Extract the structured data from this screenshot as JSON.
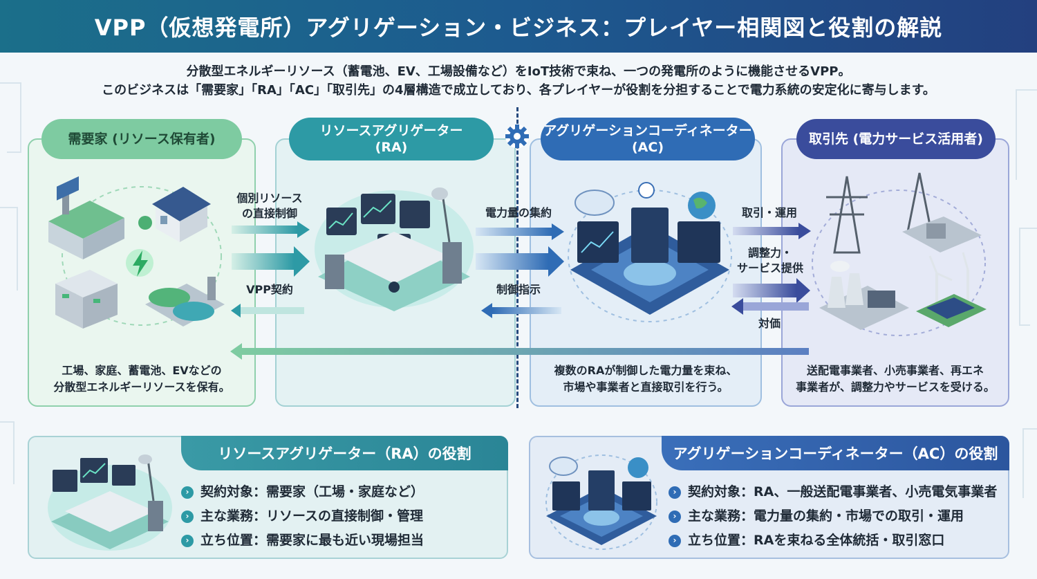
{
  "header": {
    "title": "VPP（仮想発電所）アグリゲーション・ビジネス：プレイヤー相関図と役割の解説"
  },
  "intro": {
    "line1": "分散型エネルギーリソース（蓄電池、EV、工場設備など）をIoT技術で束ね、一つの発電所のように機能させるVPP。",
    "line2": "このビジネスは「需要家」「RA」「AC」「取引先」の4層構造で成立しており、各プレイヤーが役割を分担することで電力系統の安定化に寄与します。"
  },
  "columns": {
    "consumer": {
      "title": "需要家 (リソース保有者)",
      "caption_line1": "工場、家庭、蓄電池、EVなどの",
      "caption_line2": "分散型エネルギーリソースを保有。"
    },
    "ra": {
      "title_line1": "リソースアグリゲーター",
      "title_line2": "(RA)"
    },
    "ac": {
      "title_line1": "アグリゲーションコーディネーター",
      "title_line2": "(AC)",
      "caption_line1": "複数のRAが制御した電力量を束ね、",
      "caption_line2": "市場や事業者と直接取引を行う。"
    },
    "partner": {
      "title": "取引先 (電力サービス活用者)",
      "caption_line1": "送配電事業者、小売事業者、再エネ",
      "caption_line2": "事業者が、調整力やサービスを受ける。"
    }
  },
  "flows": {
    "direct_control_line1": "個別リソース",
    "direct_control_line2": "の直接制御",
    "vpp_contract": "VPP契約",
    "aggregation": "電力量の集約",
    "control_command": "制御指示",
    "trade_operation": "取引・運用",
    "service_line1": "調整力・",
    "service_line2": "サービス提供",
    "compensation": "対価"
  },
  "roles": {
    "ra": {
      "heading": "リソースアグリゲーター（RA）の役割",
      "items": [
        "契約対象：需要家（工場・家庭など）",
        "主な業務：リソースの直接制御・管理",
        "立ち位置：需要家に最も近い現場担当"
      ]
    },
    "ac": {
      "heading": "アグリゲーションコーディネーター（AC）の役割",
      "items": [
        "契約対象：RA、一般送配電事業者、小売電気事業者",
        "主な業務：電力量の集約・市場での取引・運用",
        "立ち位置：RAを束ねる全体統括・取引窓口"
      ]
    }
  },
  "colors": {
    "header_start": "#1b6f8a",
    "header_end": "#23407f",
    "consumer": "#7ecba1",
    "ra": "#2d9aa5",
    "ac": "#2f6cb5",
    "partner": "#3a4c9c"
  },
  "icons": [
    "gear-icon",
    "factory-icon",
    "house-icon",
    "battery-icon",
    "ev-icon",
    "lightning-icon",
    "monitor-icon",
    "antenna-icon",
    "server-icon",
    "cloud-icon",
    "globe-icon",
    "transmission-tower-icon",
    "power-plant-icon",
    "wind-turbine-icon",
    "solar-panel-icon",
    "chevron-right-icon"
  ]
}
